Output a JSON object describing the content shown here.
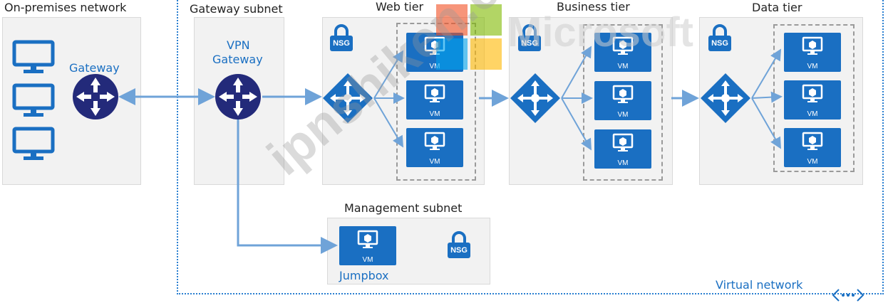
{
  "labels": {
    "onprem": "On-premises network",
    "gateway_subnet": "Gateway subnet",
    "web_tier": "Web tier",
    "business_tier": "Business tier",
    "data_tier": "Data tier",
    "management_subnet": "Management subnet",
    "gateway": "Gateway",
    "vpn_gateway_line1": "VPN",
    "vpn_gateway_line2": "Gateway",
    "jumpbox": "Jumpbox",
    "virtual_network": "Virtual network",
    "nsg": "NSG",
    "vm": "VM"
  },
  "watermark": {
    "brand": "Microsoft",
    "site": "ipnshiken.com"
  },
  "colors": {
    "azure_blue": "#1a6fc2",
    "router_navy": "#232a7a",
    "connector_blue": "#6fa3d8",
    "panel_gray": "#f2f2f2"
  }
}
